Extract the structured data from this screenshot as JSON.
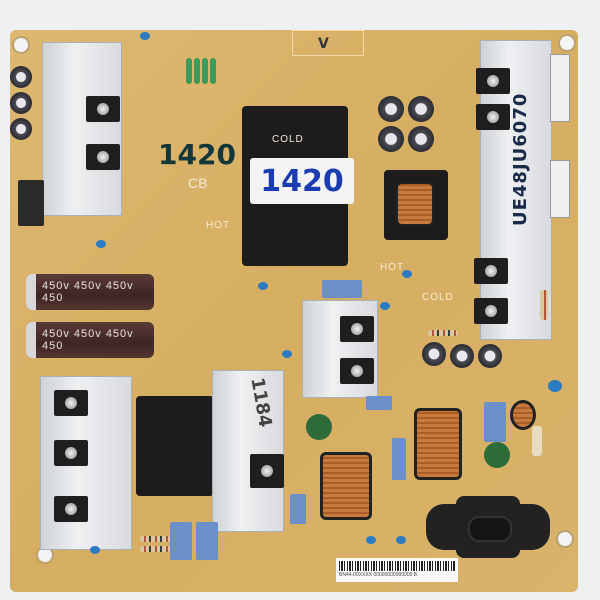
{
  "scene": {
    "description": "Photo of a TV power supply circuit board",
    "background_color": "#eef0f2",
    "board_color": "#d9b46a"
  },
  "handwritten": {
    "transformer_label": "1420",
    "board_marking": "1420",
    "cb_marking": "CB",
    "heatsink_right": "UE48JU6070",
    "heatsink_lower": "1184",
    "check_mark": "V"
  },
  "capacitors": {
    "top_rating": "450v  450v  450v  450",
    "bottom_rating": "450v  450v  450v  450"
  },
  "silkscreen": {
    "cold_top": "COLD",
    "hot_top": "HOT",
    "hot_mid": "HOT",
    "cold_mid": "COLD"
  },
  "barcode": {
    "text": "BN44-00XXXX  00000000000000  B"
  }
}
